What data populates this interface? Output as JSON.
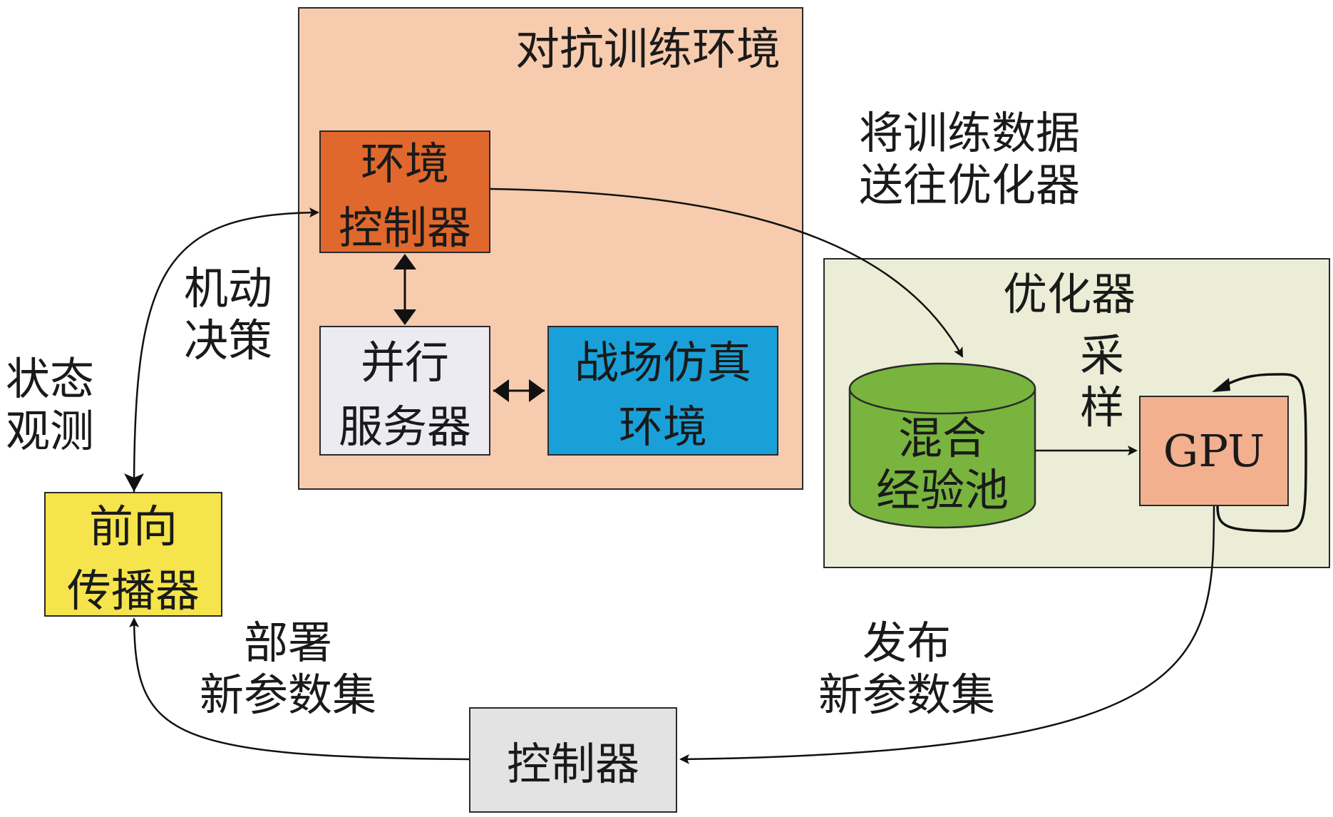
{
  "adversarial_env": {
    "title": "对抗训练环境",
    "env_controller": [
      "环境",
      "控制器"
    ],
    "parallel_server": [
      "并行",
      "服务器"
    ],
    "battlefield_sim": [
      "战场仿真",
      "环境"
    ]
  },
  "optimizer": {
    "title": "优化器",
    "replay_pool": [
      "混合",
      "经验池"
    ],
    "gpu": "GPU",
    "sample_label": [
      "采",
      "样"
    ]
  },
  "forward_propagator": [
    "前向",
    "传播器"
  ],
  "controller": "控制器",
  "edge_labels": {
    "send_training_data": [
      "将训练数据",
      "送往优化器"
    ],
    "maneuver_decision": [
      "机动",
      "决策"
    ],
    "state_observation": [
      "状态",
      "观测"
    ],
    "deploy_new_params": [
      "部署",
      "新参数集"
    ],
    "publish_new_params": [
      "发布",
      "新参数集"
    ]
  },
  "colors": {
    "adversarial_bg": "#F7CBAE",
    "env_controller": "#E0682C",
    "parallel_server": "#EDEBF2",
    "battlefield_sim": "#1AA0D8",
    "optimizer_bg": "#EBEDD6",
    "replay_pool": "#78B43E",
    "gpu": "#F2B08F",
    "forward_propagator": "#F5E44B",
    "controller": "#E3E3E3"
  }
}
